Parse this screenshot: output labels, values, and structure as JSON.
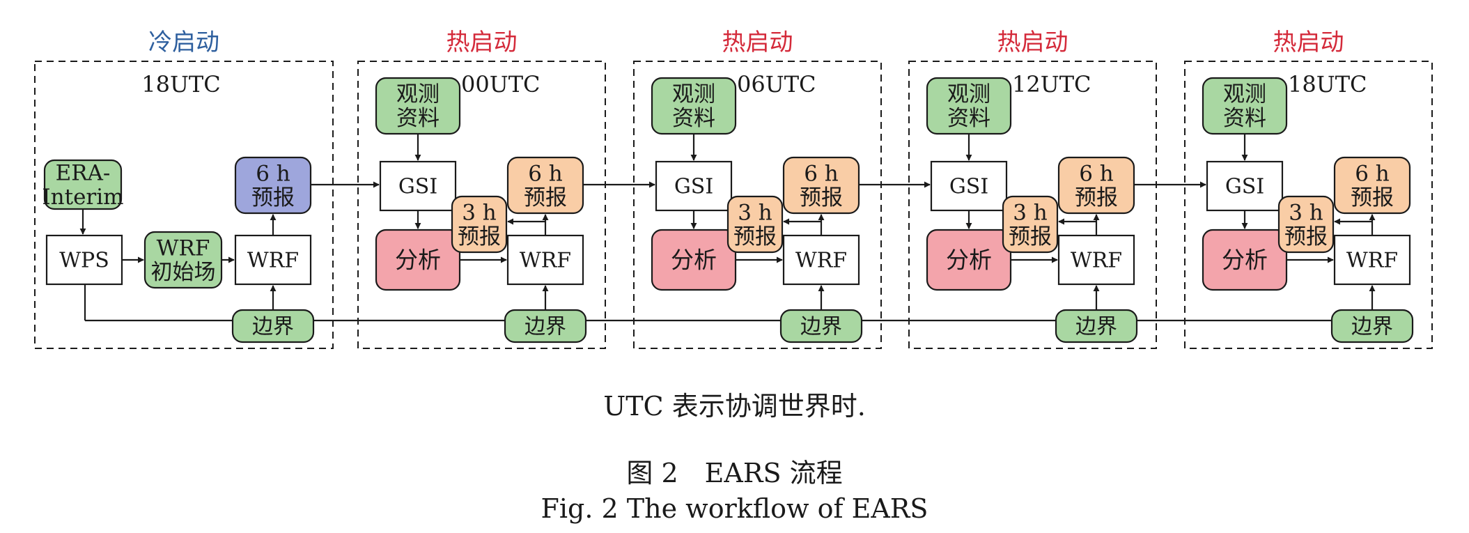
{
  "colors": {
    "cold": "#2e5f9e",
    "hot": "#d42a3a",
    "green": "#a9d7a2",
    "blue": "#9ea6dc",
    "orange": "#f9cda6",
    "pink": "#f3a4ab",
    "white": "#ffffff"
  },
  "columns": [
    {
      "start_label": "冷启动",
      "start_type": "cold",
      "time": "18UTC",
      "kind": "cold",
      "era": "ERA-\nInterim",
      "wps": "WPS",
      "wrf_init": "WRF\n初始场",
      "fc6": "6 h\n预报",
      "wrf": "WRF",
      "boundary": "边界"
    },
    {
      "start_label": "热启动",
      "start_type": "hot",
      "time": "00UTC",
      "kind": "hot",
      "obs": "观测\n资料",
      "gsi": "GSI",
      "analysis": "分析",
      "fc3": "3 h\n预报",
      "fc6": "6 h\n预报",
      "wrf": "WRF",
      "boundary": "边界"
    },
    {
      "start_label": "热启动",
      "start_type": "hot",
      "time": "06UTC",
      "kind": "hot",
      "obs": "观测\n资料",
      "gsi": "GSI",
      "analysis": "分析",
      "fc3": "3 h\n预报",
      "fc6": "6 h\n预报",
      "wrf": "WRF",
      "boundary": "边界"
    },
    {
      "start_label": "热启动",
      "start_type": "hot",
      "time": "12UTC",
      "kind": "hot",
      "obs": "观测\n资料",
      "gsi": "GSI",
      "analysis": "分析",
      "fc3": "3 h\n预报",
      "fc6": "6 h\n预报",
      "wrf": "WRF",
      "boundary": "边界"
    },
    {
      "start_label": "热启动",
      "start_type": "hot",
      "time": "18UTC",
      "kind": "hot",
      "obs": "观测\n资料",
      "gsi": "GSI",
      "analysis": "分析",
      "fc3": "3 h\n预报",
      "fc6": "6 h\n预报",
      "wrf": "WRF",
      "boundary": "边界"
    }
  ],
  "caption": {
    "note": "UTC 表示协调世界时.",
    "figure_cn": "图 2　EARS 流程",
    "figure_en": "Fig. 2   The workflow of EARS"
  }
}
